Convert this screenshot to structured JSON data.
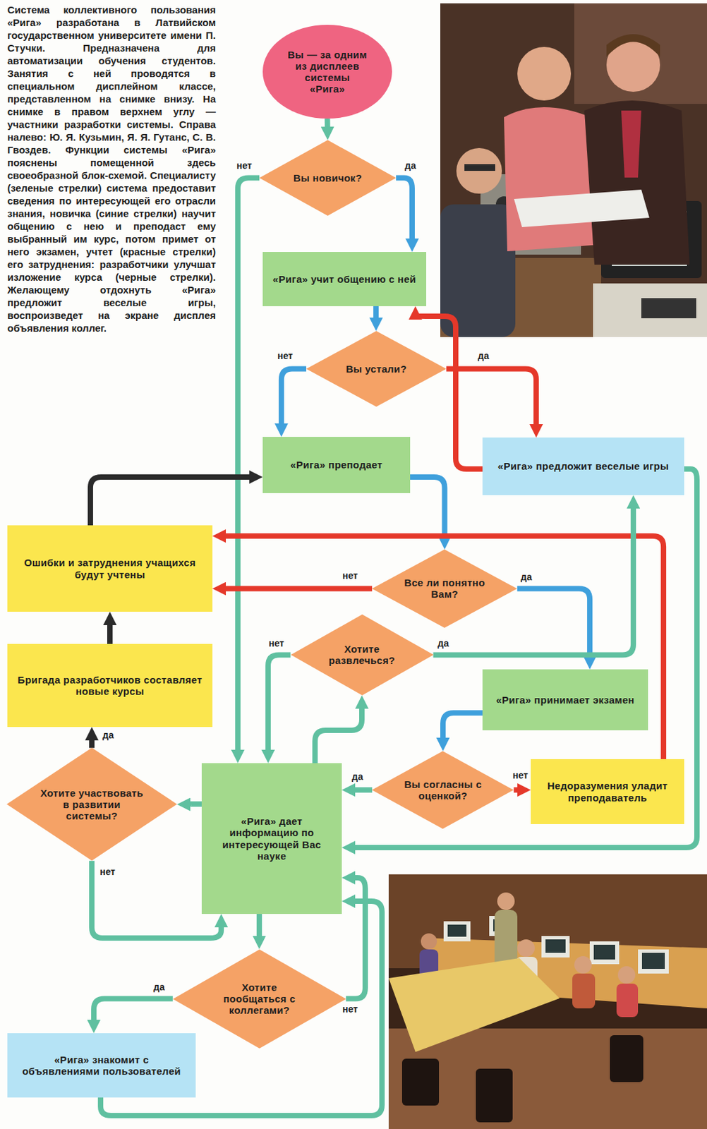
{
  "diagram": {
    "caption": "Система коллективного пользования «Рига» разработана в Латвийском государственном университете имени П. Стучки. Предназначена для автоматизации обучения студентов. Занятия с ней проводятся в специальном дисплейном классе, представленном на снимке внизу. На снимке в правом верхнем углу — участники разработки системы. Справа налево: Ю. Я. Кузьмин, Я. Я. Гутанс, С. В. Гвоздев. Функции системы «Рига» пояснены помещенной здесь своеобразной блок-схемой. Специалисту (зеленые стрелки) система предоставит сведения по интересующей его отрасли знания, новичка (синие стрелки) научит общению с нею и преподаст ему выбранный им курс, потом примет от него экзамен, учтет (красные стрелки) его затруднения: разработчики улучшат изложение курса (черные стрелки). Желающему отдохнуть «Рига» предложит веселые игры, воспроизведет на экране дисплея объявления коллег.",
    "nodes": [
      {
        "text": [
          "Вы — за одним из дисплеев системы «Рига»"
        ]
      },
      {
        "text": [
          "Вы новичок?"
        ]
      },
      {
        "text": [
          "«Рига» учит общению с ней"
        ]
      },
      {
        "text": [
          "Вы устали?"
        ]
      },
      {
        "text": [
          "«Рига» преподает"
        ]
      },
      {
        "text": [
          "«Рига» предложит веселые игры"
        ]
      },
      {
        "text": [
          "Ошибки и затруднения учащихся будут учтены"
        ]
      },
      {
        "text": [
          "Все ли понятно Вам?"
        ]
      },
      {
        "text": [
          "Хотите развлечься?"
        ]
      },
      {
        "text": [
          "Бригада разработчиков составляет новые курсы"
        ]
      },
      {
        "text": [
          "«Рига» принимает экзамен"
        ]
      },
      {
        "text": [
          "Хотите участвовать в развитии системы?"
        ]
      },
      {
        "text": [
          "«Рига» дает информацию по интересующей Вас науке"
        ]
      },
      {
        "text": [
          "Вы согласны с оценкой?"
        ]
      },
      {
        "text": [
          "Недоразумения уладит преподаватель"
        ]
      },
      {
        "text": [
          "Хотите пообщаться с коллегами?"
        ]
      },
      {
        "text": [
          "«Рига» знакомит с объявлениями пользователей"
        ]
      }
    ],
    "edges": [
      {
        "from": 0,
        "to": 1,
        "arrow": "to"
      },
      {
        "from": 1,
        "to": 2,
        "label": "да",
        "arrow": "to"
      },
      {
        "from": 1,
        "to": 12,
        "label": "нет",
        "arrow": "to"
      },
      {
        "from": 2,
        "to": 3,
        "arrow": "to"
      },
      {
        "from": 5,
        "to": 2,
        "arrow": "to"
      },
      {
        "from": 3,
        "to": 5,
        "label": "да",
        "arrow": "to"
      },
      {
        "from": 3,
        "to": 4,
        "label": "нет",
        "arrow": "to"
      },
      {
        "from": 4,
        "to": 7,
        "arrow": "to"
      },
      {
        "from": 7,
        "to": 10,
        "label": "да",
        "arrow": "to"
      },
      {
        "from": 7,
        "to": 6,
        "label": "нет",
        "arrow": "to"
      },
      {
        "from": 14,
        "to": 6,
        "arrow": "to"
      },
      {
        "from": 6,
        "to": 4,
        "arrow": "to"
      },
      {
        "from": 9,
        "to": 6,
        "arrow": "to"
      },
      {
        "from": 11,
        "to": 9,
        "label": "да",
        "arrow": "to"
      },
      {
        "from": 11,
        "to": 12,
        "label": "нет",
        "arrow": "to"
      },
      {
        "from": 12,
        "to": 11,
        "arrow": "to"
      },
      {
        "from": 10,
        "to": 13,
        "arrow": "to"
      },
      {
        "from": 13,
        "to": 12,
        "label": "да",
        "arrow": "to"
      },
      {
        "from": 13,
        "to": 14,
        "label": "нет",
        "arrow": "to"
      },
      {
        "from": 12,
        "to": 8,
        "arrow": "to"
      },
      {
        "from": 8,
        "to": 12,
        "label": "нет",
        "arrow": "to"
      },
      {
        "from": 8,
        "to": 5,
        "label": "да",
        "arrow": "to"
      },
      {
        "from": 5,
        "to": 12,
        "arrow": "to"
      },
      {
        "from": 12,
        "to": 15,
        "arrow": "to"
      },
      {
        "from": 15,
        "to": 16,
        "label": "да",
        "arrow": "to"
      },
      {
        "from": 15,
        "to": 12,
        "label": "нет",
        "arrow": "to"
      },
      {
        "from": 16,
        "to": 12,
        "arrow": "to"
      }
    ]
  }
}
